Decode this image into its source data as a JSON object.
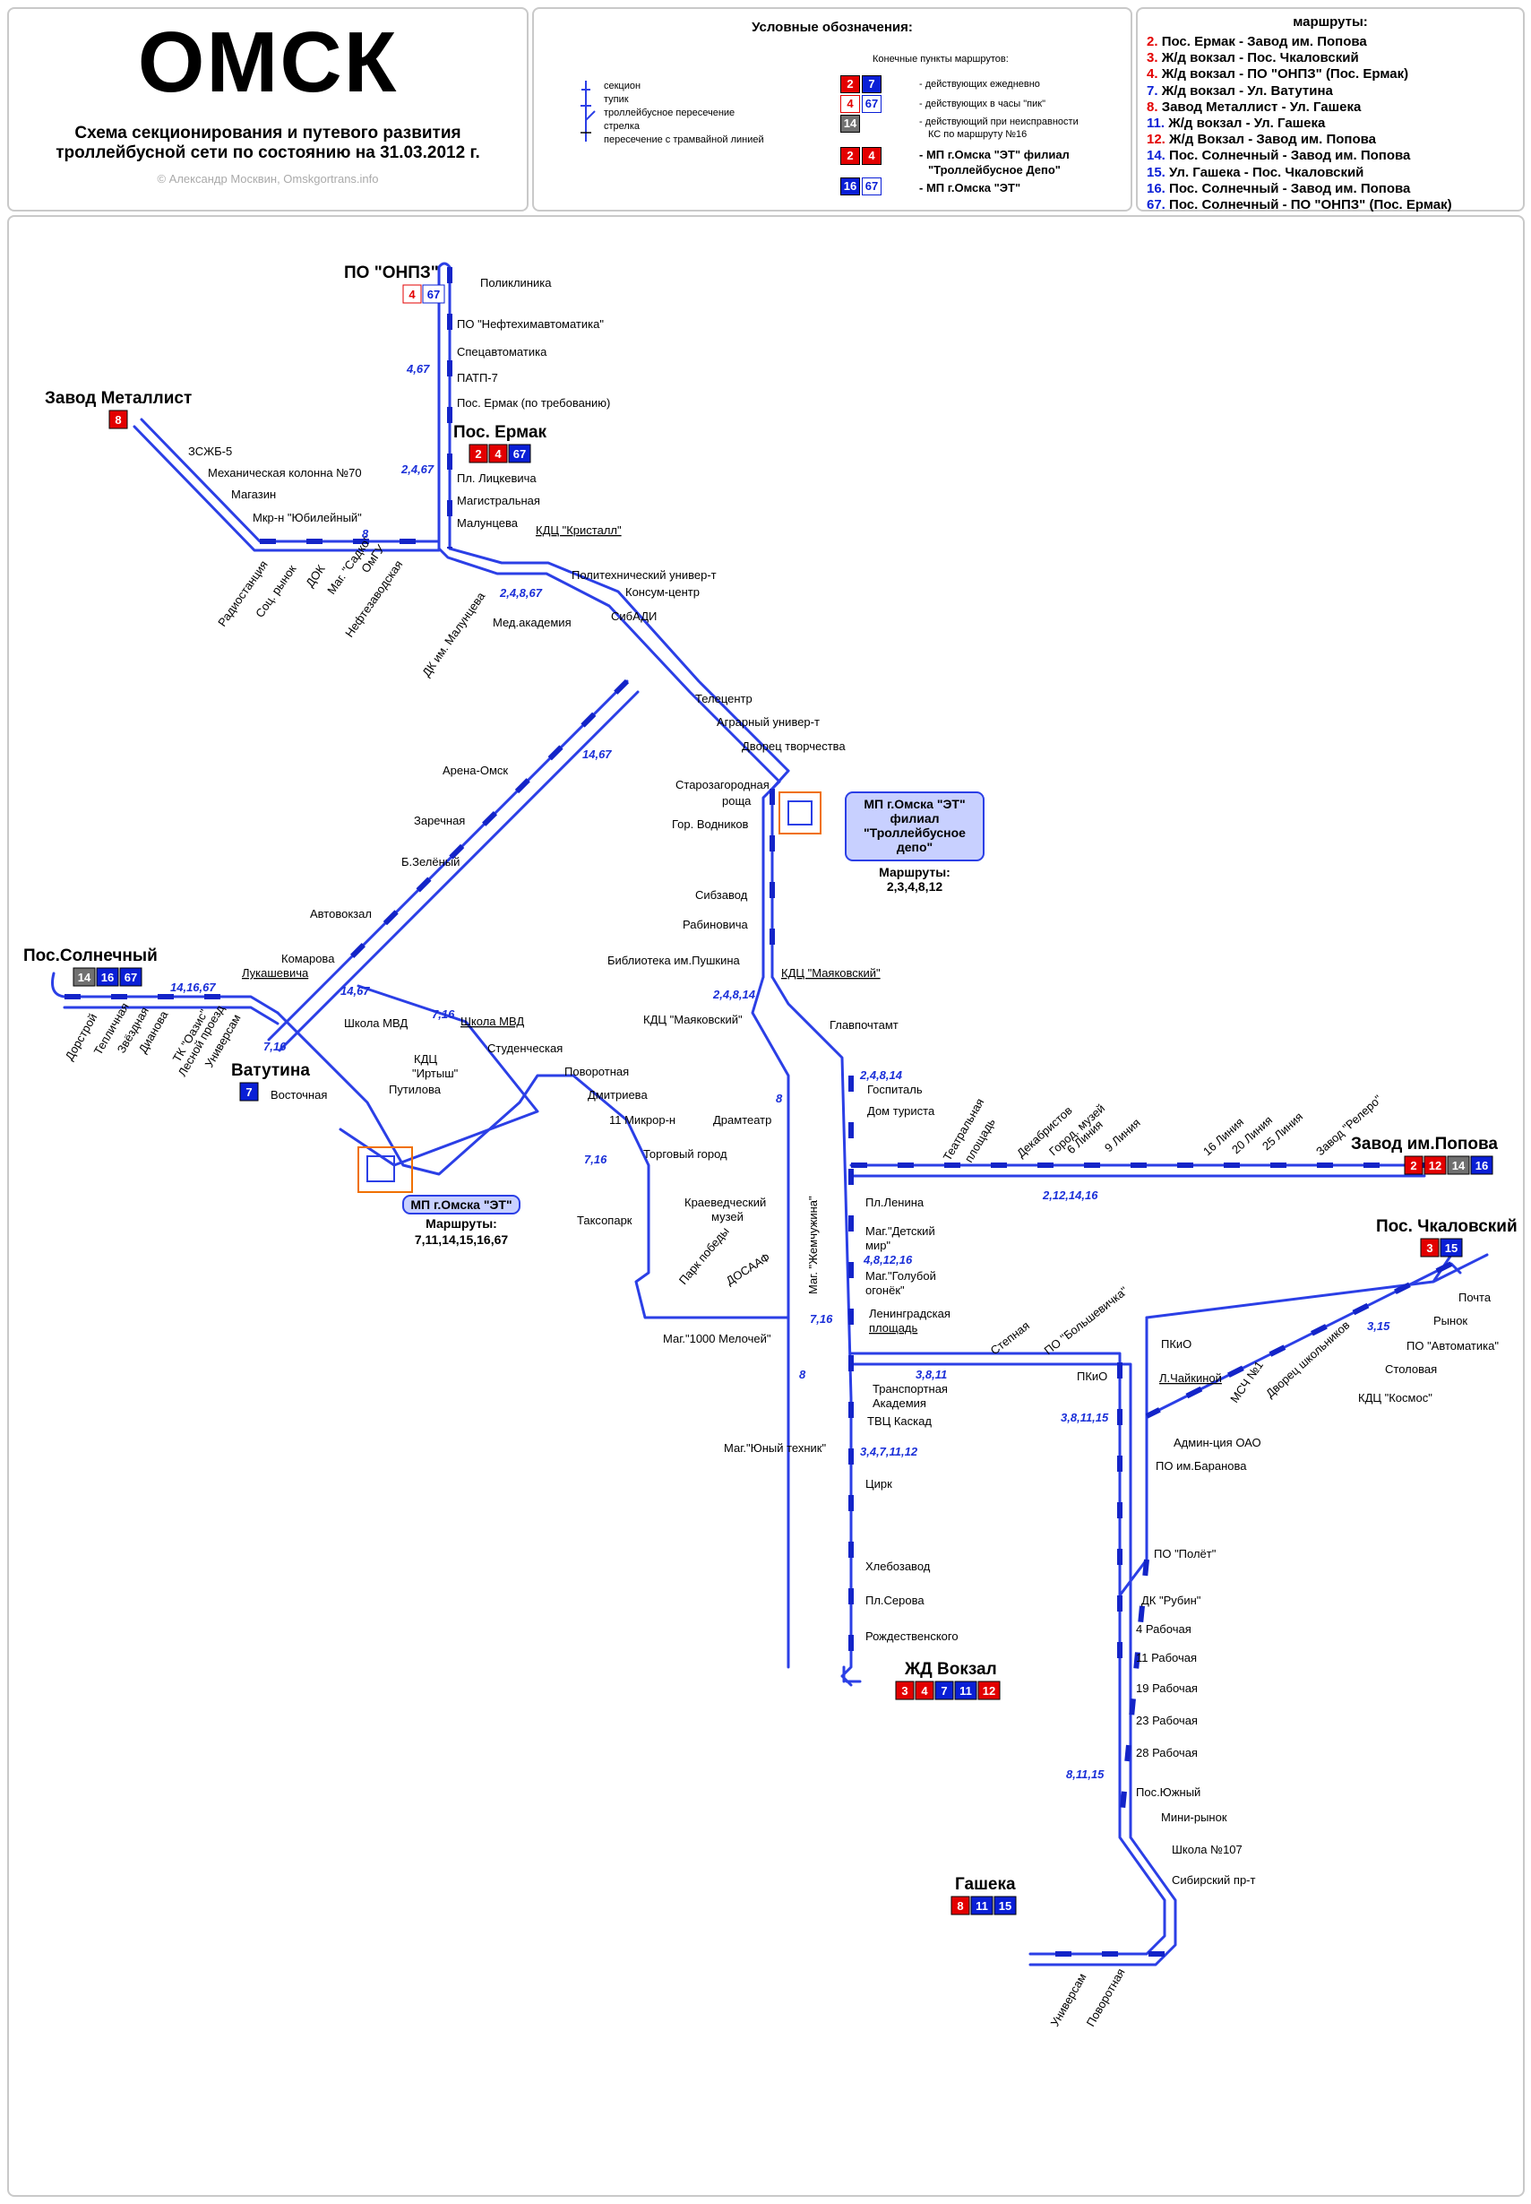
{
  "header": {
    "city": "ОМСК",
    "subtitle_line1": "Схема секционирования и путевого развития",
    "subtitle_line2": "троллейбусной сети по состоянию на 31.03.2012 г.",
    "credit": "© Александр Москвин, Omskgortrans.info"
  },
  "legend": {
    "title": "Условные обозначения:",
    "symbols": [
      "секцион",
      "тупик",
      "троллейбусное пересечение",
      "стрелка",
      "пересечение с трамвайной линией"
    ],
    "terminals_title": "Конечные пункты маршрутов:",
    "daily": "- действующих ежедневно",
    "peak": "- действующих в часы \"пик\"",
    "fault": "- действующий при неисправности",
    "fault2": "КС по маршруту №16",
    "depot_branch": "- МП г.Омска \"ЭТ\" филиал",
    "depot_branch2": "\"Троллейбусное Депо\"",
    "depot_main": "- МП г.Омска \"ЭТ\"",
    "badges": {
      "daily": [
        "2",
        "7"
      ],
      "peak": [
        "4",
        "67"
      ],
      "fault": [
        "14"
      ],
      "depot_branch": [
        "2",
        "4"
      ],
      "depot_main": [
        "16",
        "67"
      ]
    }
  },
  "routes": {
    "title": "маршруты:",
    "items": [
      {
        "num": "2.",
        "color": "red",
        "text": "Пос. Ермак - Завод им. Попова"
      },
      {
        "num": "3.",
        "color": "red",
        "text": "Ж/д вокзал - Пос. Чкаловский"
      },
      {
        "num": "4.",
        "color": "red",
        "text": "Ж/д вокзал - ПО \"ОНПЗ\" (Пос. Ермак)"
      },
      {
        "num": "7.",
        "color": "blue",
        "text": "Ж/д вокзал - Ул. Ватутина"
      },
      {
        "num": "8.",
        "color": "red",
        "text": "Завод Металлист - Ул. Гашека"
      },
      {
        "num": "11.",
        "color": "blue",
        "text": "Ж/д вокзал - Ул. Гашека"
      },
      {
        "num": "12.",
        "color": "red",
        "text": "Ж/д Вокзал - Завод им. Попова"
      },
      {
        "num": "14.",
        "color": "blue",
        "text": "Пос. Солнечный - Завод им. Попова"
      },
      {
        "num": "15.",
        "color": "blue",
        "text": "Ул. Гашека - Пос. Чкаловский"
      },
      {
        "num": "16.",
        "color": "blue",
        "text": " Пос. Солнечный - Завод им. Попова"
      },
      {
        "num": "67.",
        "color": "blue",
        "text": "Пос. Солнечный - ПО \"ОНПЗ\" (Пос. Ермак)"
      }
    ]
  },
  "map": {
    "terminals": {
      "onpz": {
        "name": "ПО \"ОНПЗ\"",
        "routes": [
          [
            "4",
            "red-o"
          ],
          [
            "67",
            "blue-o"
          ]
        ]
      },
      "metallist": {
        "name": "Завод Металлист",
        "routes": [
          [
            "8",
            "red"
          ]
        ]
      },
      "ermak": {
        "name": "Пос. Ермак",
        "routes": [
          [
            "2",
            "red"
          ],
          [
            "4",
            "red"
          ],
          [
            "67",
            "blue"
          ]
        ]
      },
      "solnechny": {
        "name": "Пос.Солнечный",
        "routes": [
          [
            "14",
            "grey"
          ],
          [
            "16",
            "blue"
          ],
          [
            "67",
            "blue"
          ]
        ]
      },
      "vatutina": {
        "name": "Ватутина",
        "routes": [
          [
            "7",
            "blue"
          ]
        ]
      },
      "popova": {
        "name": "Завод им.Попова",
        "routes": [
          [
            "2",
            "red"
          ],
          [
            "12",
            "red"
          ],
          [
            "14",
            "grey"
          ],
          [
            "16",
            "blue"
          ]
        ]
      },
      "chkalovsky": {
        "name": "Пос. Чкаловский",
        "routes": [
          [
            "3",
            "red"
          ],
          [
            "15",
            "blue"
          ]
        ]
      },
      "vokzal": {
        "name": "ЖД Вокзал",
        "routes": [
          [
            "3",
            "red"
          ],
          [
            "4",
            "red"
          ],
          [
            "7",
            "blue"
          ],
          [
            "11",
            "blue"
          ],
          [
            "12",
            "red"
          ]
        ]
      },
      "gasheka": {
        "name": "Гашека",
        "routes": [
          [
            "8",
            "red"
          ],
          [
            "11",
            "blue"
          ],
          [
            "15",
            "blue"
          ]
        ]
      }
    },
    "depot1": {
      "title1": "МП г.Омска \"ЭТ\"",
      "title2": "филиал",
      "title3": "\"Троллейбусное",
      "title4": "депо\"",
      "routes_title": "Маршруты:",
      "routes": "2,3,4,8,12"
    },
    "depot2": {
      "title": "МП г.Омска \"ЭТ\"",
      "routes_title": "Маршруты:",
      "routes": "7,11,14,15,16,67"
    },
    "route_labels": [
      "4,67",
      "2,4,67",
      "8",
      "2,4,8,67",
      "14,67",
      "14,16,67",
      "14,67",
      "7,16",
      "7,16",
      "7,16",
      "2,4,8,14",
      "2,4,8,14",
      "8",
      "4,8,12,16",
      "7,16",
      "8",
      "3,8,11",
      "3,4,7,11,12",
      "2,12,14,16",
      "3,15",
      "3,8,11,15",
      "8,11,15"
    ],
    "stops": {
      "poliklinika": "Поликлиника",
      "neftehim": "ПО \"Нефтехимавтоматика\"",
      "specavt": "Спецавтоматика",
      "patp": "ПАТП-7",
      "ermak_req": "Пос. Ермак (по требованию)",
      "litskevicha": "Пл. Лицкевича",
      "magistr": "Магистральная",
      "maluntseva": "Малунцева",
      "kristall": "КДЦ \"Кристалл\"",
      "zsgb": "ЗСЖБ-5",
      "mehkol": "Механическая колонна №70",
      "magazin": "Магазин",
      "yubil": "Мкр-н \"Юбилейный\"",
      "radio": "Радиостанция",
      "socrynok": "Соц. рынок",
      "dok": "ДОК",
      "sadko": "Маг. \"Садко\"",
      "omgu": "ОмГУ",
      "neftezav": "Нефтезаводская",
      "dkmal": "ДК им. Малунцева",
      "politeh": "Политехнический  универ-т",
      "konsum": "Консум-центр",
      "medakad": "Мед.академия",
      "sibadi": "СибАДИ",
      "telecentr": "Телецентр",
      "agrar": "Аграрный универ-т",
      "dvorec": "Дворец  творчества",
      "starozag": "Старозагородная",
      "roscha": "роща",
      "vodnikov": "Гор. Водников",
      "sibzavod": "Сибзавод",
      "rabinovicha": "Рабиновича",
      "pushkina": "Библиотека им.Пушкина",
      "kdcmayak": "КДЦ \"Маяковский\"",
      "kdcmayak2": "КДЦ \"Маяковский\"",
      "glavpocht": "Главпочтамт",
      "arena": "Арена-Омск",
      "zarechnaya": "Заречная",
      "bzeleny": "Б.Зелёный",
      "avtovokzal": "Автовокзал",
      "komarova": "Комарова",
      "lukash": "Лукашевича",
      "dorstroy": "Дорстрой",
      "teplichn": "Тепличная",
      "zvezdnaya": "Звёздная",
      "dianova": "Дианова",
      "oazis": "ТК \"Оазис\"",
      "lesnoy": "Лесной проезд",
      "univ": "Универсам",
      "vostochnaya": "Восточная",
      "shkmvd1": "Школа МВД",
      "shkmvd2": "Школа МВД",
      "kdcirtysh1": "КДЦ",
      "kdcirtysh2": "\"Иртыш\"",
      "putilova": "Путилова",
      "studench": "Студенческая",
      "povorotnaya": "Поворотная",
      "dmitrieva": "Дмитриева",
      "mikr11": "11 Микрор-н",
      "torgovy": "Торговый город",
      "taksopark": "Таксопарк",
      "dramteatr": "Драмтеатр",
      "gospital": "Госпиталь",
      "domturista": "Дом туриста",
      "teatr1": "Театральная",
      "teatr2": "площадь",
      "dekabr": "Декабристов",
      "gormuz": "Город. музей",
      "lin6": "6 Линия",
      "lin9": "9 Линия",
      "lin16": "16 Линия",
      "lin20": "20 Линия",
      "lin25": "25 Линия",
      "relero": "Завод \"Релеро\"",
      "kraeved1": "Краеведческий",
      "kraeved2": "музей",
      "pllenina": "Пл.Ленина",
      "detmir1": "Маг.\"Детский",
      "detmir2": "мир\"",
      "golub1": "Маг.\"Голубой",
      "golub2": "огонёк\"",
      "parkpob": "Парк победы",
      "dosaaf": "ДОСААФ",
      "zhemch": "Маг. \"Жемчужина\"",
      "leningr1": "Ленинградская",
      "leningr2": "площадь",
      "melochi": "Маг.\"1000 Мелочей\"",
      "transp": "Транспортная",
      "akad": "Академия",
      "kaskad": "ТВЦ Каскад",
      "tehnik": "Маг.\"Юный техник\"",
      "cirk": "Цирк",
      "hlebzav": "Хлебозавод",
      "plserova": "Пл.Серова",
      "rozhd": "Рождественского",
      "stepnaya": "Степная",
      "bolshev": "ПО \"Большевичка\"",
      "pkio1": "ПКиО",
      "pkio2": "ПКиО",
      "chaykinoy": "Л.Чайкиной",
      "msch": "МСЧ №1",
      "dvshkol": "Дворец школьников",
      "pochta": "Почта",
      "rynok": "Рынок",
      "avtomatika": "ПО \"Автоматика\"",
      "stolovaya": "Столовая",
      "kosmos": "КДЦ \"Космос\"",
      "admin": "Админ-ция ОАО",
      "baranova": "ПО им.Баранова",
      "polet": "ПО \"Полёт\"",
      "rubin": "ДК \"Рубин\"",
      "rab4": "4 Рабочая",
      "rab11": "11 Рабочая",
      "rab19": "19 Рабочая",
      "rab23": "23 Рабочая",
      "rab28": "28 Рабочая",
      "posyuzh": "Пос.Южный",
      "minirynok": "Мини-рынок",
      "shk107": "Школа №107",
      "sibir": "Сибирский пр-т",
      "univ2": "Универсам",
      "povorot2": "Поворотная"
    }
  },
  "colors": {
    "line": "#2b3fe6",
    "red": "#e30000",
    "blue": "#0a1fd6",
    "grey": "#707070"
  }
}
